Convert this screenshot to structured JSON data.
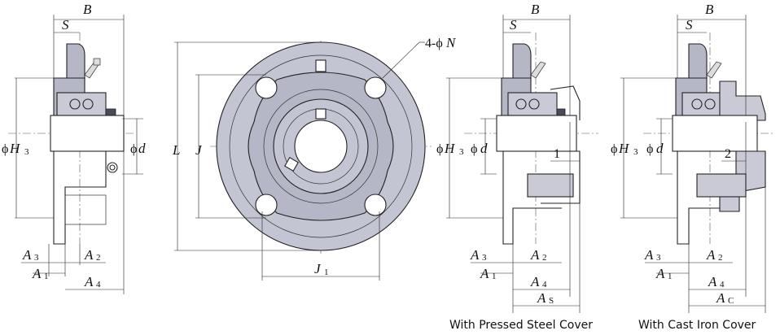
{
  "captions": {
    "pressed_steel": "With Pressed Steel Cover",
    "cast_iron": "With Cast Iron Cover"
  },
  "labels": {
    "B": "B",
    "S": "S",
    "H3_prefix": "ϕ",
    "H3": "H",
    "H3_sub": "3",
    "d_prefix": "ϕ",
    "d": "d",
    "L": "L",
    "J": "J",
    "J1": "J",
    "J1_sub": "1",
    "N_prefix": "4-ϕ",
    "N": "N",
    "A": "A",
    "sub_1": "1",
    "sub_2": "2",
    "sub_3": "3",
    "sub_4": "4",
    "sub_S": "S",
    "sub_C": "C",
    "clearance_steel": "1",
    "clearance_cast": "2"
  },
  "colors": {
    "housing": "#b6b7c6",
    "dark_parts": "#4a4b5a",
    "line": "#222222"
  }
}
